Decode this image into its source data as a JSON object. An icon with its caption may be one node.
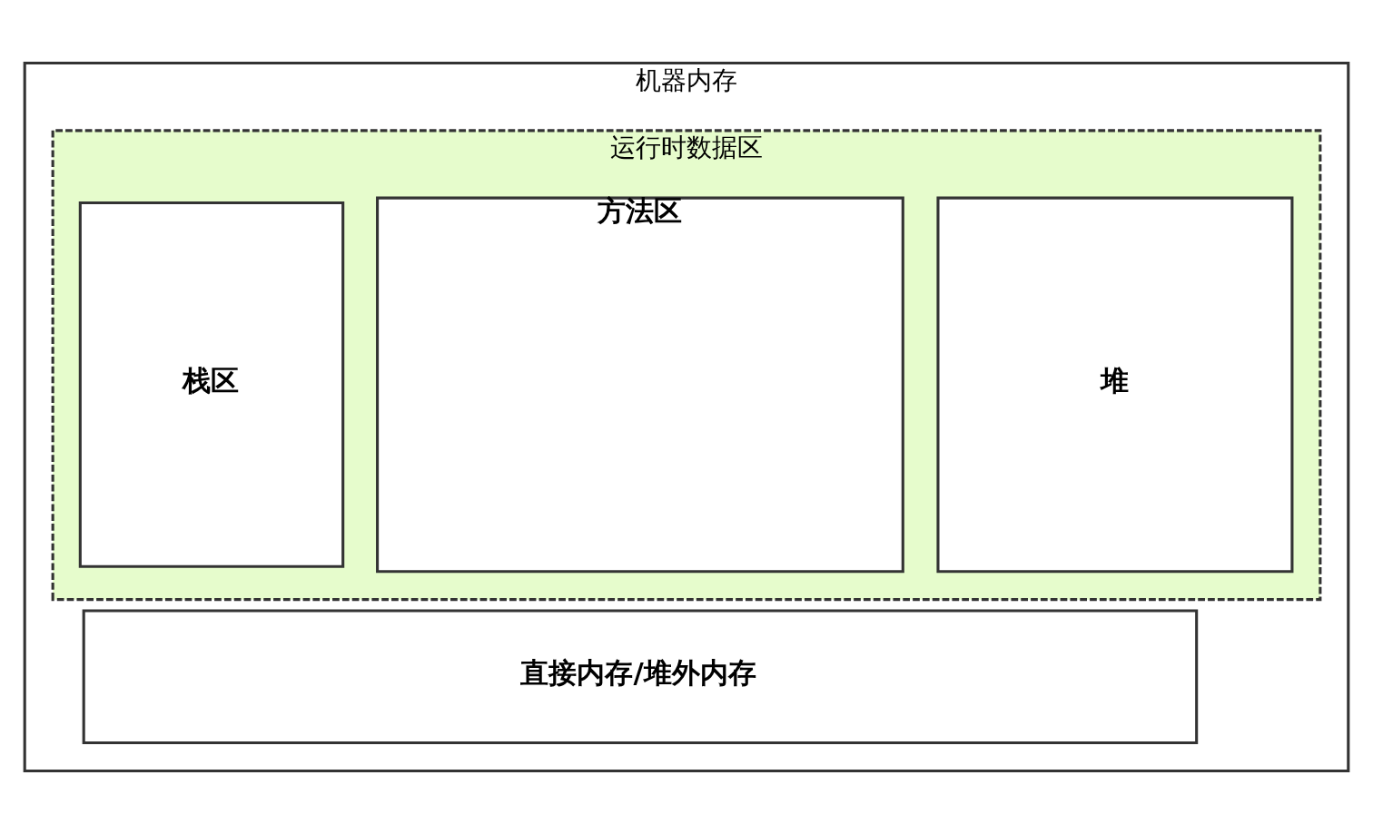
{
  "diagram": {
    "nodes": [
      {
        "text": [
          "机器内存"
        ]
      },
      {
        "text": [
          "运行时数据区"
        ],
        "in": 0
      },
      {
        "text": [
          "堆"
        ],
        "in": 1
      },
      {
        "text": [
          "方法区"
        ],
        "in": 1
      },
      {
        "text": [
          "栈区"
        ],
        "in": 1
      },
      {
        "text": [
          "直接内存/堆外内存"
        ],
        "in": 0
      }
    ],
    "edges": []
  }
}
